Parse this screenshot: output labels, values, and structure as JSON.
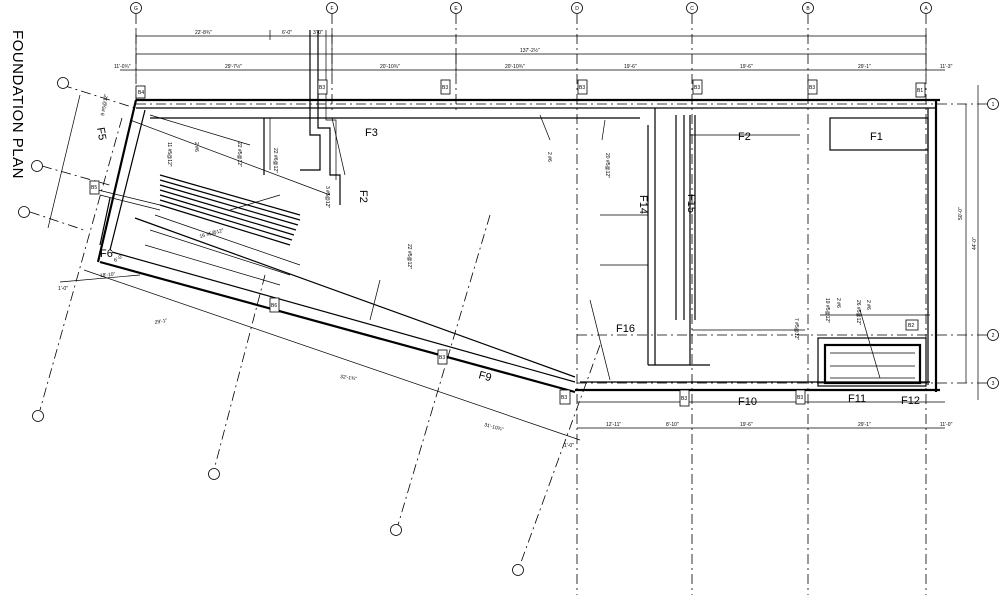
{
  "title": "FOUNDATION PLAN",
  "grid_columns": [
    "G",
    "F",
    "E",
    "D",
    "C",
    "B",
    "A"
  ],
  "grid_rows": [
    "1",
    "2",
    "3"
  ],
  "footings": [
    "F1",
    "F2",
    "F3",
    "F2",
    "F5",
    "F6",
    "F9",
    "F10",
    "F11",
    "F12",
    "F14",
    "F15",
    "F16"
  ],
  "pile_caps": [
    "B4",
    "B3",
    "B3",
    "B3",
    "B3",
    "B3",
    "B1",
    "B5",
    "B6",
    "B3",
    "B2",
    "B3",
    "B3",
    "B3"
  ],
  "dimensions": {
    "overall": "137'-2½\"",
    "top_segments": [
      "22'-8¾\"",
      "6'-0\"",
      "3'-0\"",
      "29'-7½\"",
      "20'-10¾\"",
      "20'-10¾\"",
      "19'-6\"",
      "19'-6\"",
      "29'-1\"",
      "11'-3\"",
      "11'-0¾\""
    ],
    "bottom_segments": [
      "12'-11\"",
      "8'-10\"",
      "19'-6\"",
      "29'-1\"",
      "11'-0\""
    ],
    "right_segments": [
      "50'-0\"",
      "44'-0\""
    ],
    "angled": [
      "18'-10\"",
      "6'-0\"",
      "29'-1\"",
      "32'-1¾\"",
      "31'-10¾\"",
      "1'-0\"",
      "1'-0\""
    ]
  },
  "rebar_callouts": [
    "9 #5@12\"",
    "11 #5@12\"",
    "2 #6",
    "22 #5@12\"",
    "22 #6@12\"",
    "3 #5@12\"",
    "16 #5@12\"",
    "20 #5@12\"",
    "22 #5@12\"",
    "2 #6",
    "19 #5@12\"",
    "2 #6",
    "26 #5@12\"",
    "2 #6",
    "7 #5@12\""
  ]
}
